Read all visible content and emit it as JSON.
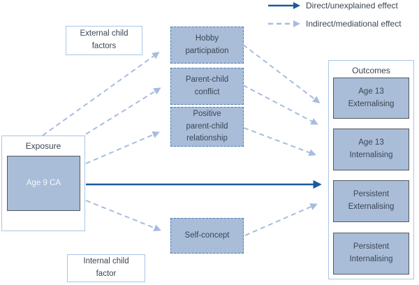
{
  "legend": {
    "direct_label": "Direct/unexplained effect",
    "indirect_label": "Indirect/mediational effect"
  },
  "factor_labels": {
    "external": "External child factors",
    "internal": "Internal child factor"
  },
  "exposure": {
    "title": "Exposure",
    "label": "Age 9 CA"
  },
  "mediators": [
    "Hobby participation",
    "Parent-child conflict",
    "Positive parent-child relationship",
    "Self-concept"
  ],
  "outcomes": {
    "title": "Outcomes",
    "items": [
      "Age 13 Externalising",
      "Age 13 Internalising",
      "Persistent Externalising",
      "Persistent Internalising"
    ]
  },
  "colors": {
    "box_fill": "#a9bdd9",
    "box_border_dark": "#53585f",
    "mediator_border": "#4a7db8",
    "container_border": "#a9c6e5",
    "direct_arrow": "#1a5a9c",
    "indirect_arrow": "#a6bdde",
    "text": "#3b4551",
    "exposure_text": "#f4f7fa"
  }
}
